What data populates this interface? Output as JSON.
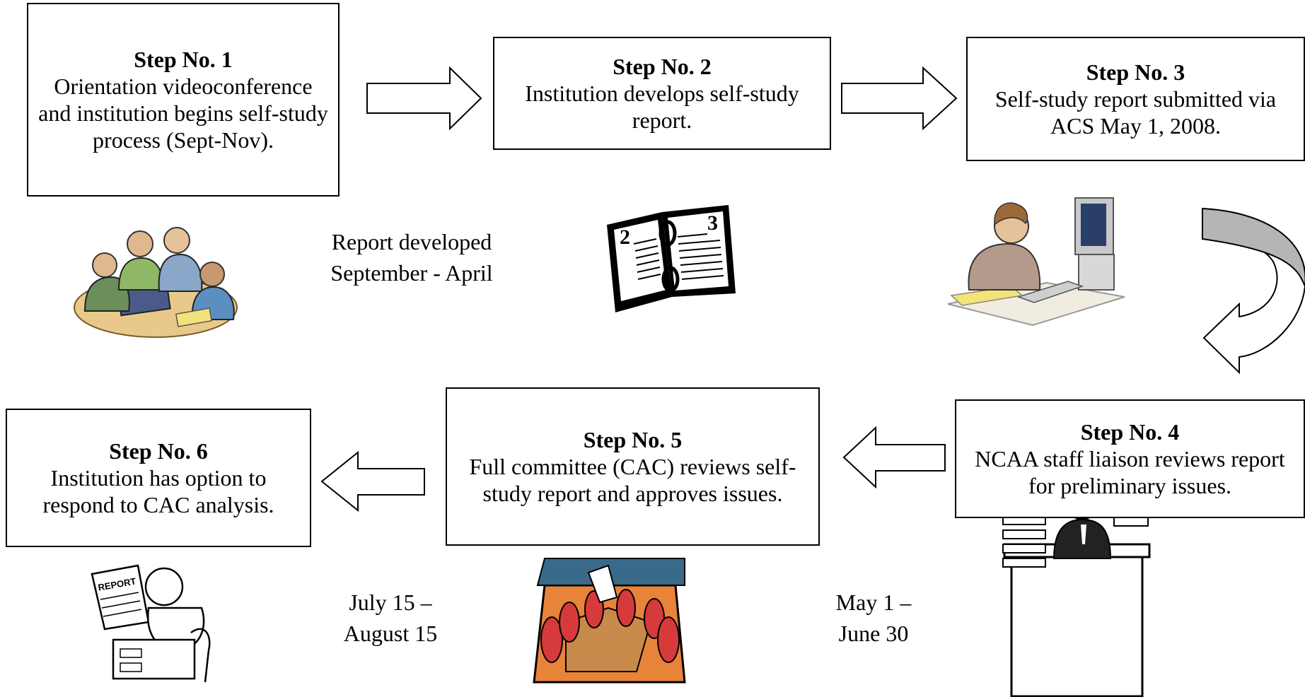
{
  "steps": [
    {
      "title": "Step No. 1",
      "text": "Orientation videoconference and institution begins self-study process (Sept-Nov)."
    },
    {
      "title": "Step No. 2",
      "text": "Institution develops self-study report."
    },
    {
      "title": "Step No. 3",
      "text": "Self-study report submitted via ACS May 1, 2008."
    },
    {
      "title": "Step No. 4",
      "text": "NCAA staff liaison reviews report for preliminary issues."
    },
    {
      "title": "Step No. 5",
      "text": "Full committee (CAC) reviews self-study report and approves issues."
    },
    {
      "title": "Step No. 6",
      "text": "Institution has option to respond to CAC analysis."
    }
  ],
  "notes": {
    "report_developed_line1": "Report developed",
    "report_developed_line2": "September - April",
    "cac_line1": "July 15 –",
    "cac_line2": "August 15",
    "liaison_line1": "May 1 –",
    "liaison_line2": "June 30"
  },
  "illustrations": {
    "calendar_left_page": "2",
    "calendar_right_page": "3",
    "report_sign": "REPORT"
  }
}
